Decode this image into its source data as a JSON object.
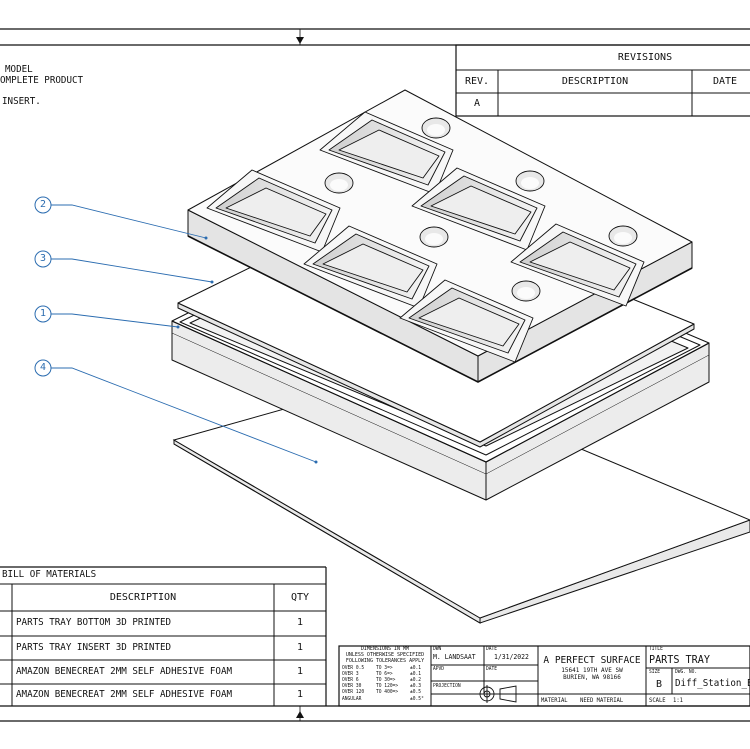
{
  "notes": [
    "MODEL",
    "OMPLETE PRODUCT",
    "INSERT."
  ],
  "revisions": {
    "title": "REVISIONS",
    "headers": [
      "REV.",
      "DESCRIPTION",
      "DATE"
    ],
    "rows": [
      [
        "A",
        "",
        ""
      ]
    ]
  },
  "balloons": [
    "2",
    "3",
    "1",
    "4"
  ],
  "bom": {
    "title": "BILL OF MATERIALS",
    "headers": [
      "DESCRIPTION",
      "QTY"
    ],
    "rows": [
      {
        "description": "PARTS TRAY BOTTOM 3D PRINTED",
        "qty": "1"
      },
      {
        "description": "PARTS TRAY INSERT 3D PRINTED",
        "qty": "1"
      },
      {
        "description": "AMAZON BENECREAT 2MM SELF ADHESIVE FOAM",
        "qty": "1"
      },
      {
        "description": "AMAZON BENECREAT 2MM SELF ADHESIVE FOAM",
        "qty": "1"
      }
    ]
  },
  "title_block": {
    "tolerance_header": [
      "DIMENSIONS IN MM",
      "UNLESS OTHERWISE SPECIFIED",
      "FOLLOWING TOLERANCES APPLY"
    ],
    "tolerances": [
      [
        "OVER 0.5",
        "TO 3=>",
        "±0.1"
      ],
      [
        "OVER 3",
        "TO 6=>",
        "±0.1"
      ],
      [
        "OVER 6",
        "TO 30=>",
        "±0.2"
      ],
      [
        "OVER 30",
        "TO 120=>",
        "±0.3"
      ],
      [
        "OVER 120",
        "TO 400=>",
        "±0.5"
      ],
      [
        "ANGULAR",
        "",
        "±0.5°"
      ]
    ],
    "dwn_label": "DWN",
    "dwn_value": "M. LANDSAAT",
    "date_label": "DATE",
    "date_value": "1/31/2022",
    "apvd_label": "APVD",
    "apvd_date_label": "DATE",
    "projection_label": "PROJECTION",
    "company": "A PERFECT SURFACE",
    "address1": "15641 19TH AVE SW",
    "address2": "BURIEN, WA 98166",
    "material_label": "MATERIAL",
    "material_value": "NEED MATERIAL",
    "title_label": "TITLE",
    "title_value": "PARTS TRAY",
    "size_label": "SIZE",
    "size_value": "B",
    "dwg_label": "DWG. NO.",
    "dwg_value": "Diff_Station_E",
    "scale_label": "SCALE",
    "scale_value": "1:1"
  }
}
